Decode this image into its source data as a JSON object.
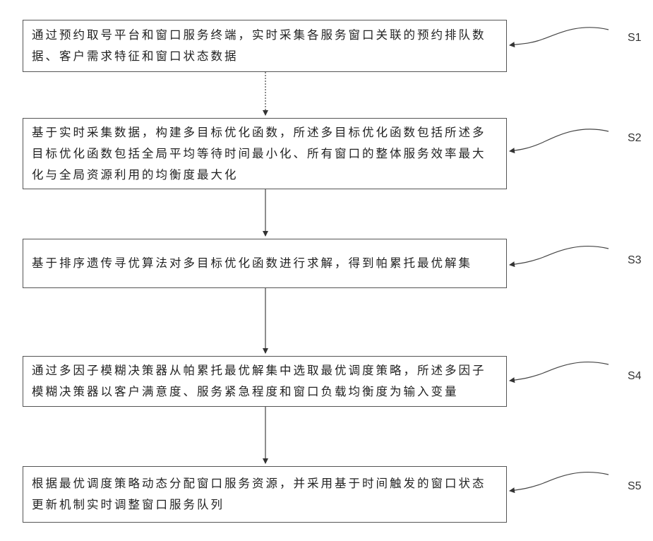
{
  "steps": [
    {
      "label": "S1",
      "text": "通过预约取号平台和窗口服务终端，实时采集各服务窗口关联的预约排队数据、客户需求特征和窗口状态数据"
    },
    {
      "label": "S2",
      "text": "基于实时采集数据，构建多目标优化函数，所述多目标优化函数包括所述多目标优化函数包括全局平均等待时间最小化、所有窗口的整体服务效率最大化与全局资源利用的均衡度最大化"
    },
    {
      "label": "S3",
      "text": "基于排序遗传寻优算法对多目标优化函数进行求解，得到帕累托最优解集"
    },
    {
      "label": "S4",
      "text": "通过多因子模糊决策器从帕累托最优解集中选取最优调度策略，所述多因子模糊决策器以客户满意度、服务紧急程度和窗口负载均衡度为输入变量"
    },
    {
      "label": "S5",
      "text": "根据最优调度策略动态分配窗口服务资源，并采用基于时间触发的窗口状态更新机制实时调整窗口服务队列"
    }
  ]
}
